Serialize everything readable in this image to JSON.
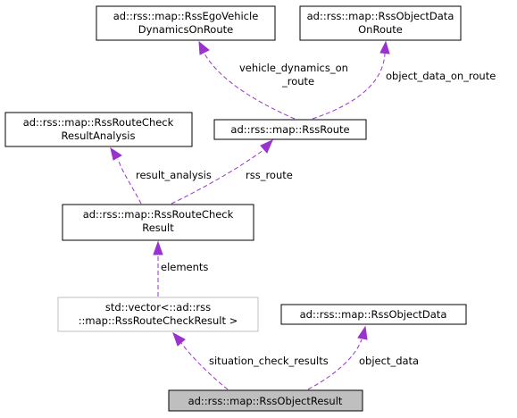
{
  "nodes": {
    "ego": {
      "line1": "ad::rss::map::RssEgoVehicle",
      "line2": "DynamicsOnRoute"
    },
    "objdata_on_route": {
      "line1": "ad::rss::map::RssObjectData",
      "line2": "OnRoute"
    },
    "route_check_analysis": {
      "line1": "ad::rss::map::RssRouteCheck",
      "line2": "ResultAnalysis"
    },
    "route": {
      "line1": "ad::rss::map::RssRoute"
    },
    "route_check_result": {
      "line1": "ad::rss::map::RssRouteCheck",
      "line2": "Result"
    },
    "vector": {
      "line1": "std::vector<::ad::rss",
      "line2": "::map::RssRouteCheckResult >"
    },
    "object_data": {
      "line1": "ad::rss::map::RssObjectData"
    },
    "object_result": {
      "line1": "ad::rss::map::RssObjectResult"
    }
  },
  "edges": {
    "vehicle_dynamics_line1": "vehicle_dynamics_on",
    "vehicle_dynamics_line2": "_route",
    "object_data_on_route": "object_data_on_route",
    "result_analysis": "result_analysis",
    "rss_route": "rss_route",
    "elements": "elements",
    "situation_check_results": "situation_check_results",
    "object_data": "object_data"
  },
  "colors": {
    "edge": "#9a32cd",
    "box_border": "#000000",
    "template_border": "#bfbfbf",
    "highlight_fill": "#bfbfbf"
  }
}
